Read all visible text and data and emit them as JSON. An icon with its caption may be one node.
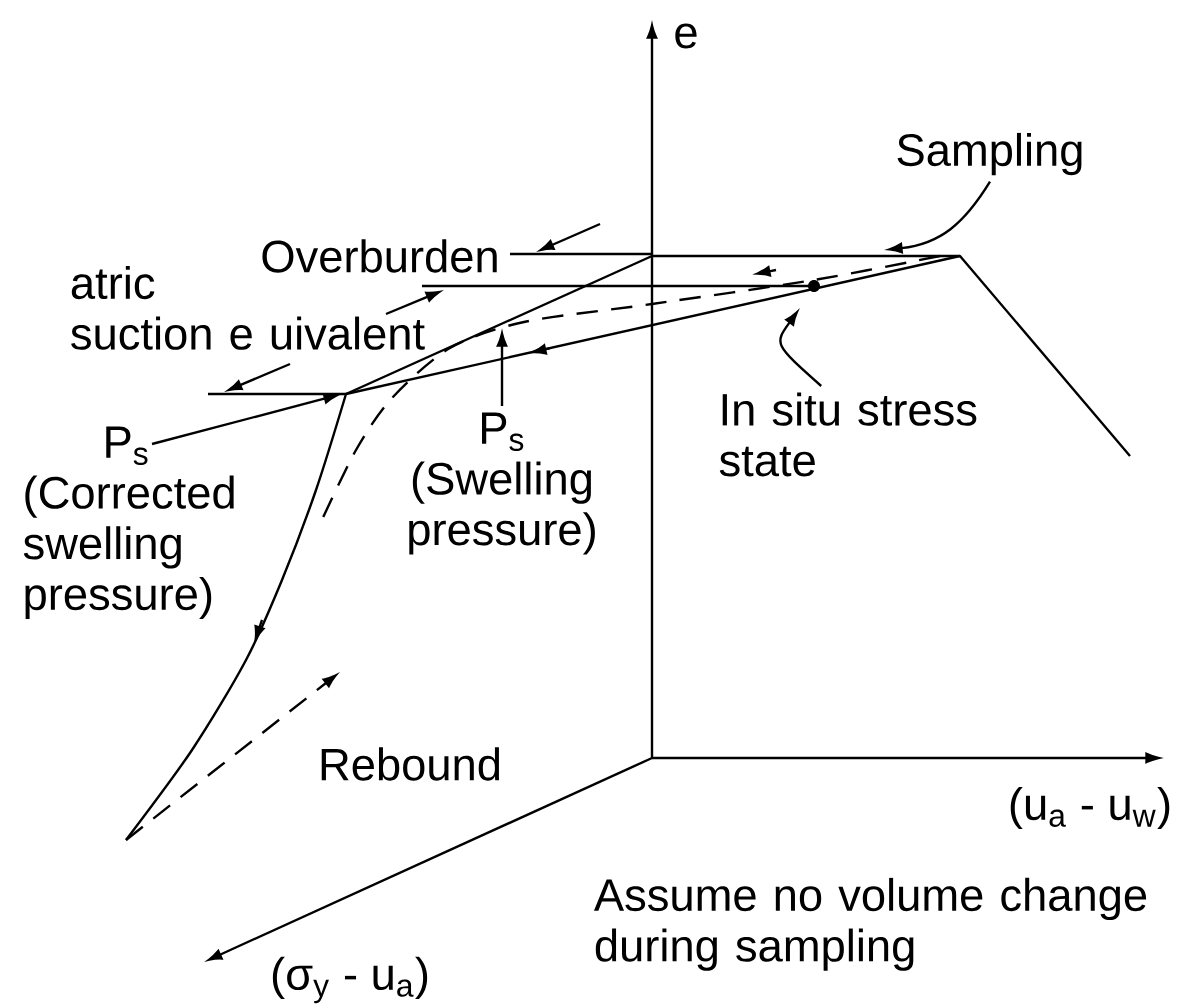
{
  "diagram": {
    "nodes": [
      {
        "text": [
          "Sampling"
        ]
      },
      {
        "text": [
          "P$_{s}$",
          "(Swelling pressure)"
        ]
      },
      {
        "text": [
          "In situ stress state"
        ]
      },
      {
        "text": [
          "P$_{s}$",
          "(Corrected swelling pressure)"
        ]
      }
    ],
    "edges": [
      {
        "from": 0,
        "to": null,
        "arrow": "to"
      },
      {
        "from": 1,
        "to": null,
        "arrow": "to"
      },
      {
        "from": 2,
        "to": null,
        "arrow": "to"
      },
      {
        "from": 3,
        "to": null,
        "arrow": "to"
      }
    ],
    "labels": [
      "e",
      "Overburden",
      "atric suction e uivalent",
      "Rebound",
      "(u$_{a}$ - u$_{w}$)",
      "Assume no volume change during sampling",
      "(σ$_{y}$ - u$_{a}$)"
    ]
  }
}
